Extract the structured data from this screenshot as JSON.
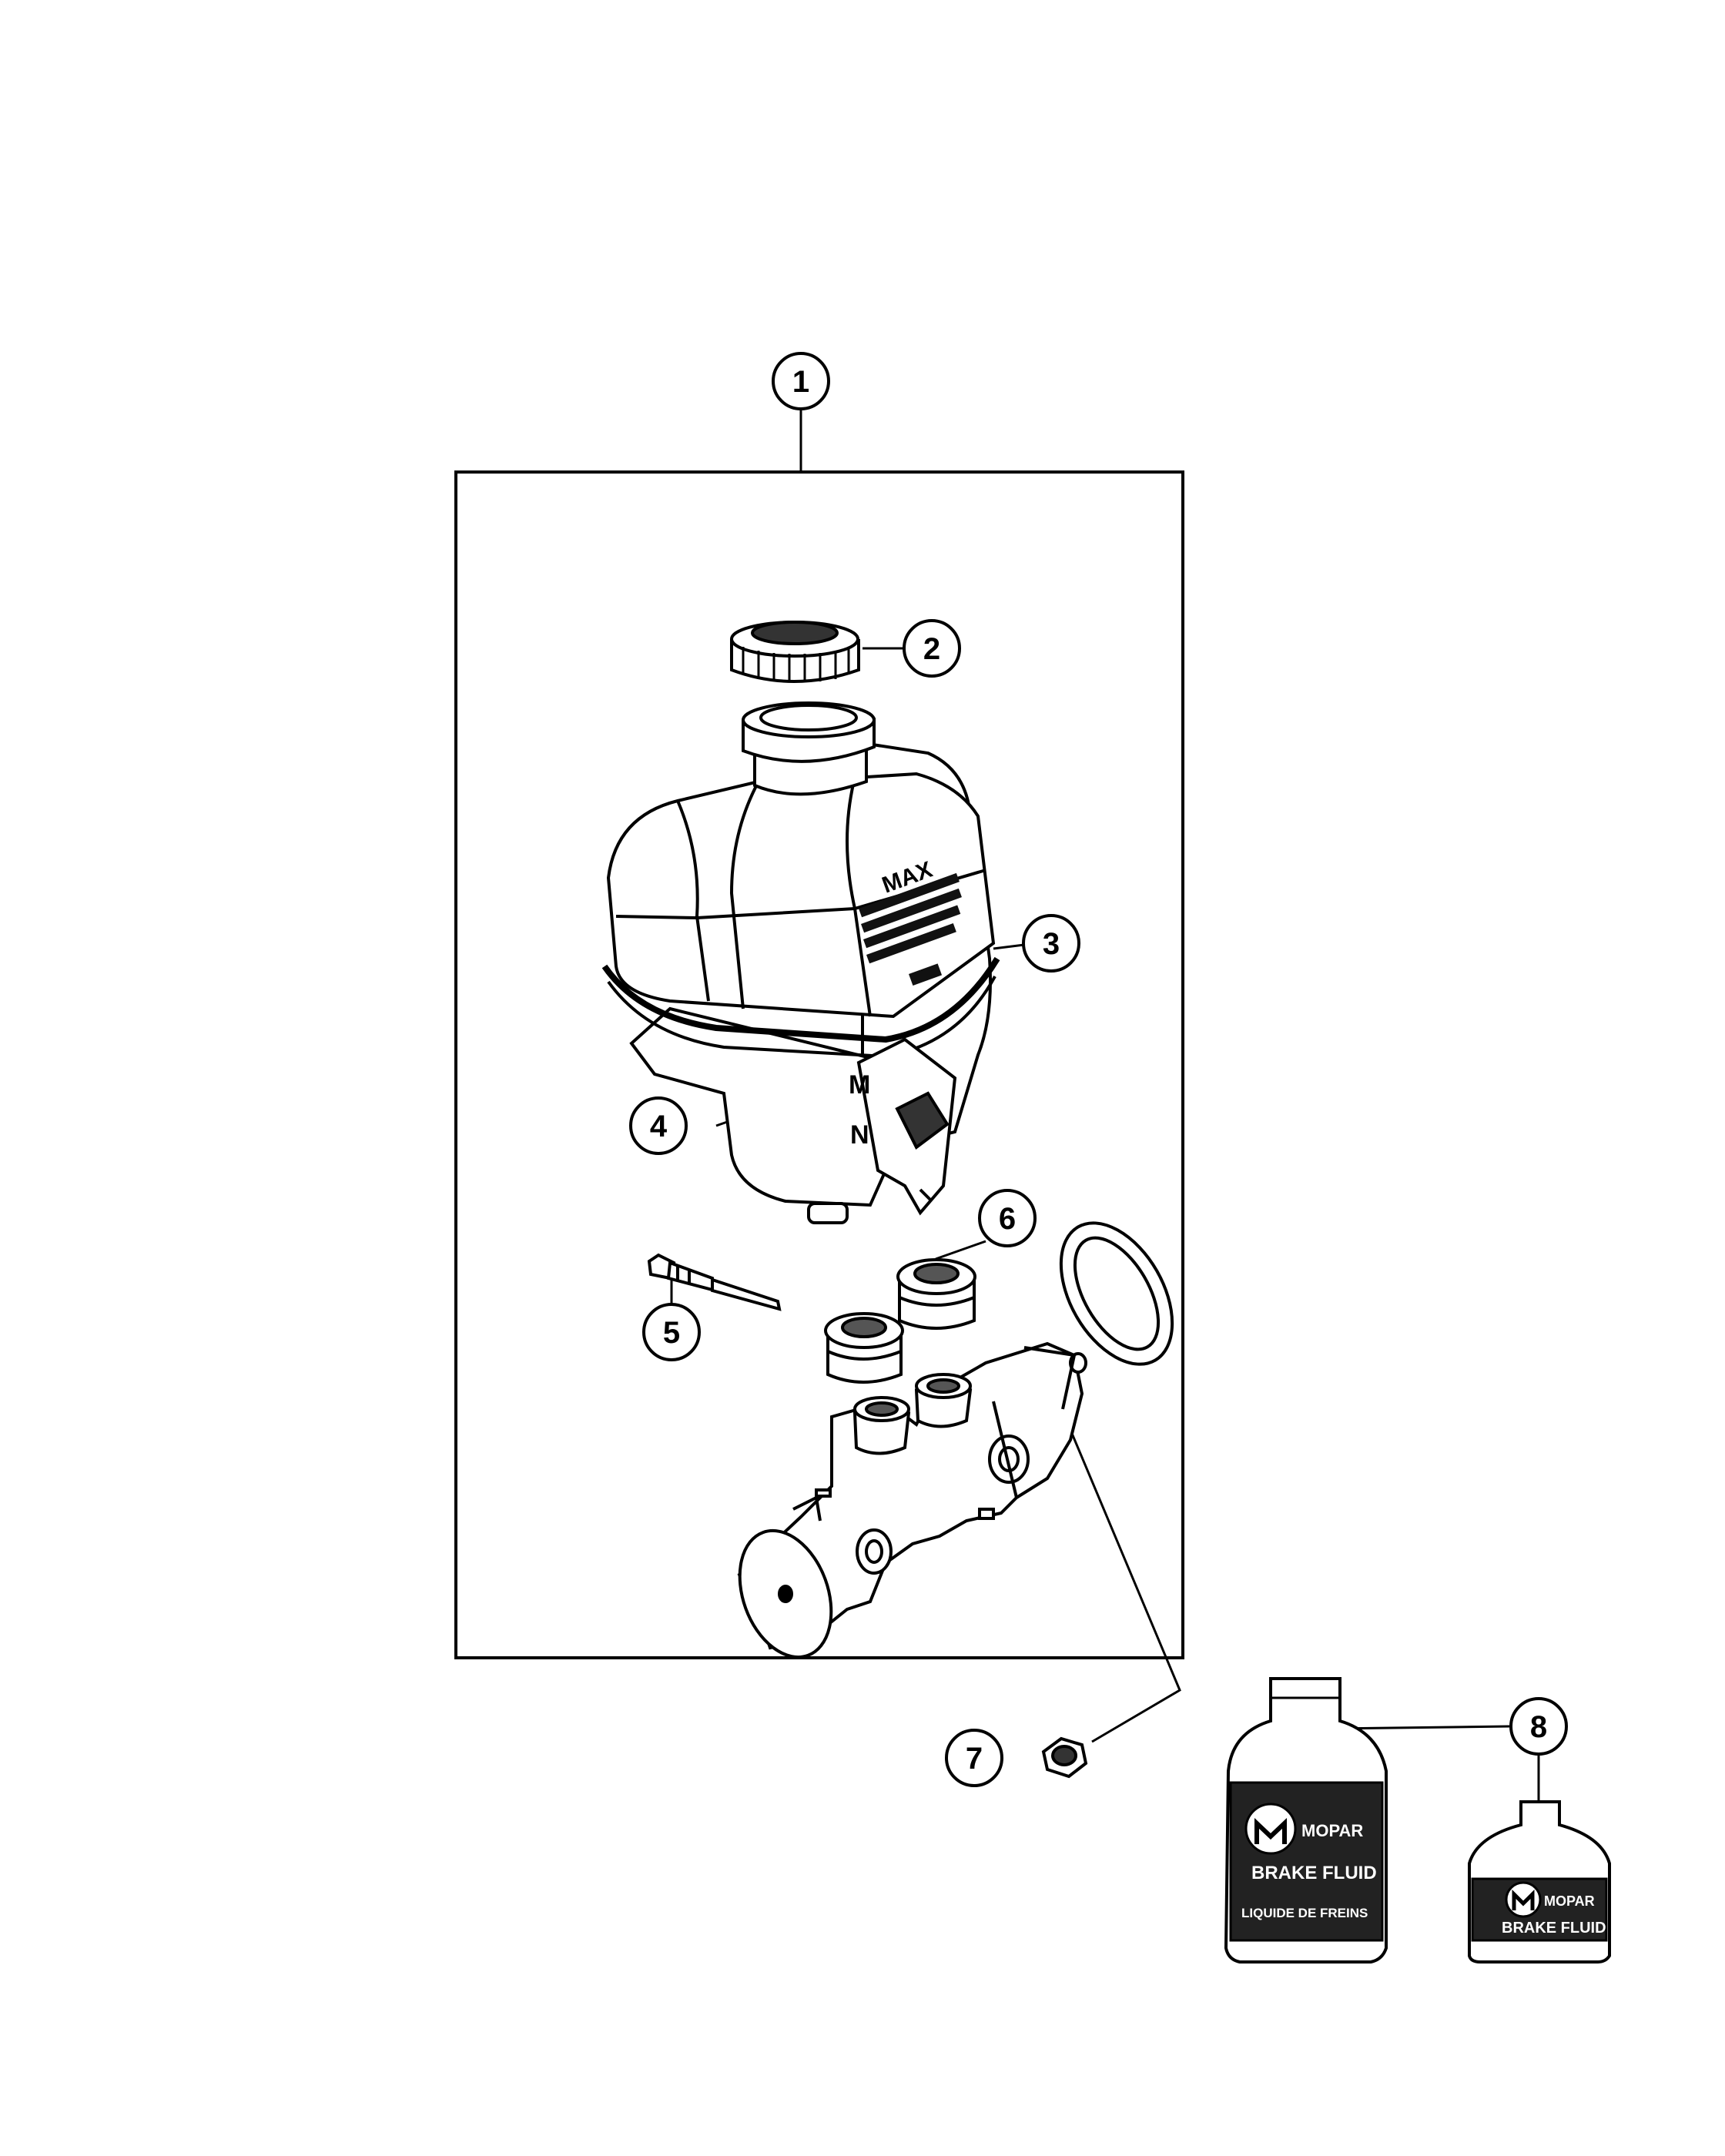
{
  "callouts": [
    {
      "id": "1",
      "label": "1"
    },
    {
      "id": "2",
      "label": "2"
    },
    {
      "id": "3",
      "label": "3"
    },
    {
      "id": "4",
      "label": "4"
    },
    {
      "id": "5",
      "label": "5"
    },
    {
      "id": "6",
      "label": "6"
    },
    {
      "id": "7",
      "label": "7"
    },
    {
      "id": "8",
      "label": "8"
    }
  ],
  "reservoir_marks": {
    "max": "MAX",
    "letters": [
      "M",
      "N"
    ]
  },
  "bottle_large": {
    "brand": "MOPAR",
    "title": "BRAKE FLUID",
    "title_es": "LIQUIDE DE FREINS"
  },
  "bottle_small": {
    "brand": "MOPAR",
    "title": "BRAKE FLUID"
  },
  "colors": {
    "line": "#000000",
    "background": "#ffffff",
    "label_dark": "#111111"
  }
}
